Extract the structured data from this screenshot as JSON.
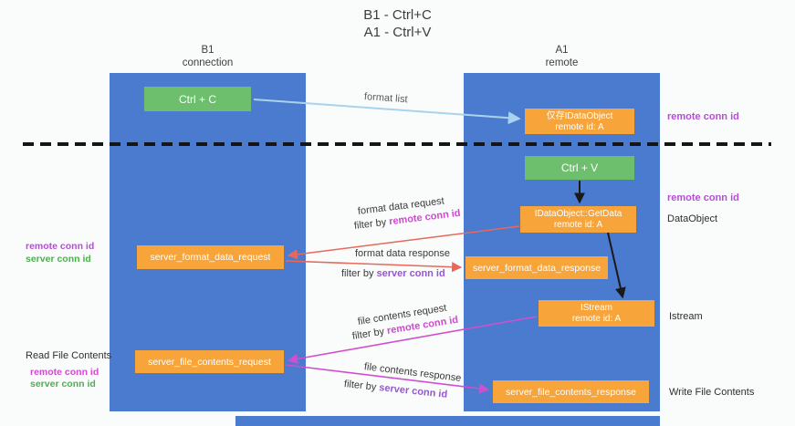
{
  "title": {
    "line1": "B1 - Ctrl+C",
    "line2": "A1 - Ctrl+V"
  },
  "lanes": {
    "left": {
      "title": "B1",
      "subtitle": "connection"
    },
    "right": {
      "title": "A1",
      "subtitle": "remote"
    }
  },
  "boxes": {
    "ctrl_c": "Ctrl + C",
    "ctrl_v": "Ctrl + V",
    "idataobject": {
      "line1": "仅存IDataObject",
      "line2": "remote id: A"
    },
    "getdata": {
      "line1": "IDataObject::GetData",
      "line2": "remote id: A"
    },
    "istream": {
      "line1": "IStream",
      "line2": "remote id: A"
    },
    "format_request": "server_format_data_request",
    "format_response": "server_format_data_response",
    "file_request": "server_file_contents_request",
    "file_response": "server_file_contents_response"
  },
  "margin_labels": {
    "right_top_conn": "remote conn id",
    "right_mid_conn": "remote conn id",
    "dataobject": "DataObject",
    "istream": "Istream",
    "write_file": "Write File Contents",
    "read_file": "Read File Contents",
    "left_remote_1": "remote conn id",
    "left_server_1": "server conn id",
    "left_remote_2": "remote conn id",
    "left_server_2": "server conn id"
  },
  "arrow_labels": {
    "format_list": "format list",
    "format_data_request": "format data request",
    "format_data_response": "format data response",
    "file_contents_request": "file contents request",
    "file_contents_response": "file contents response",
    "filter_prefix": "filter by ",
    "remote_conn_id": "remote conn id",
    "server_conn_id": "server conn id"
  },
  "colors": {
    "lane_blue": "#4a7bce",
    "box_green": "#6dbf6d",
    "box_orange": "#f7a43a",
    "purple_text": "#b44fd4",
    "magenta_text": "#cf4ad0",
    "green_text": "#4fae4f",
    "arrow_red": "#e8685c",
    "arrow_magenta": "#d04fd0",
    "arrow_blue": "#a9d3ec",
    "arrow_black": "#1a1a1a"
  }
}
